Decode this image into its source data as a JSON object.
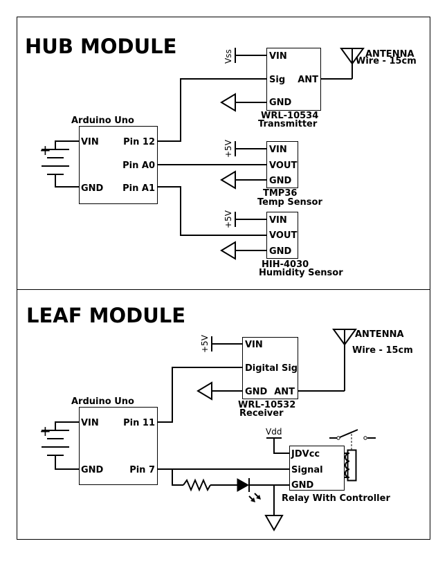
{
  "hub": {
    "title": "HUB MODULE",
    "arduino": {
      "name": "Arduino Uno",
      "vin": "VIN",
      "gnd": "GND",
      "pin12": "Pin 12",
      "pinA0": "Pin A0",
      "pinA1": "Pin A1"
    },
    "transmitter": {
      "vin": "VIN",
      "sig": "Sig",
      "ant": "ANT",
      "gnd": "GND",
      "part": "WRL-10534",
      "desc": "Transmitter",
      "vss": "Vss"
    },
    "antenna": {
      "label": "ANTENNA",
      "wire": "Wire - 15cm"
    },
    "temp": {
      "vin": "VIN",
      "vout": "VOUT",
      "gnd": "GND",
      "part": "TMP36",
      "desc": "Temp Sensor",
      "supply": "+5V"
    },
    "humidity": {
      "vin": "VIN",
      "vout": "VOUT",
      "gnd": "GND",
      "part": "HIH-4030",
      "desc": "Humidity Sensor",
      "supply": "+5V"
    },
    "battery_plus": "+"
  },
  "leaf": {
    "title": "LEAF MODULE",
    "arduino": {
      "name": "Arduino Uno",
      "vin": "VIN",
      "gnd": "GND",
      "pin11": "Pin 11",
      "pin7": "Pin 7"
    },
    "receiver": {
      "vin": "VIN",
      "sig": "Digital Sig",
      "gnd": "GND",
      "ant": "ANT",
      "part": "WRL-10532",
      "desc": "Receiver",
      "supply": "+5V"
    },
    "antenna": {
      "label": "ANTENNA",
      "wire": "Wire - 15cm"
    },
    "relay": {
      "jdvcc": "JDVcc",
      "signal": "Signal",
      "gnd": "GND",
      "desc": "Relay With Controller",
      "vdd": "Vdd"
    },
    "battery_plus": "+"
  }
}
